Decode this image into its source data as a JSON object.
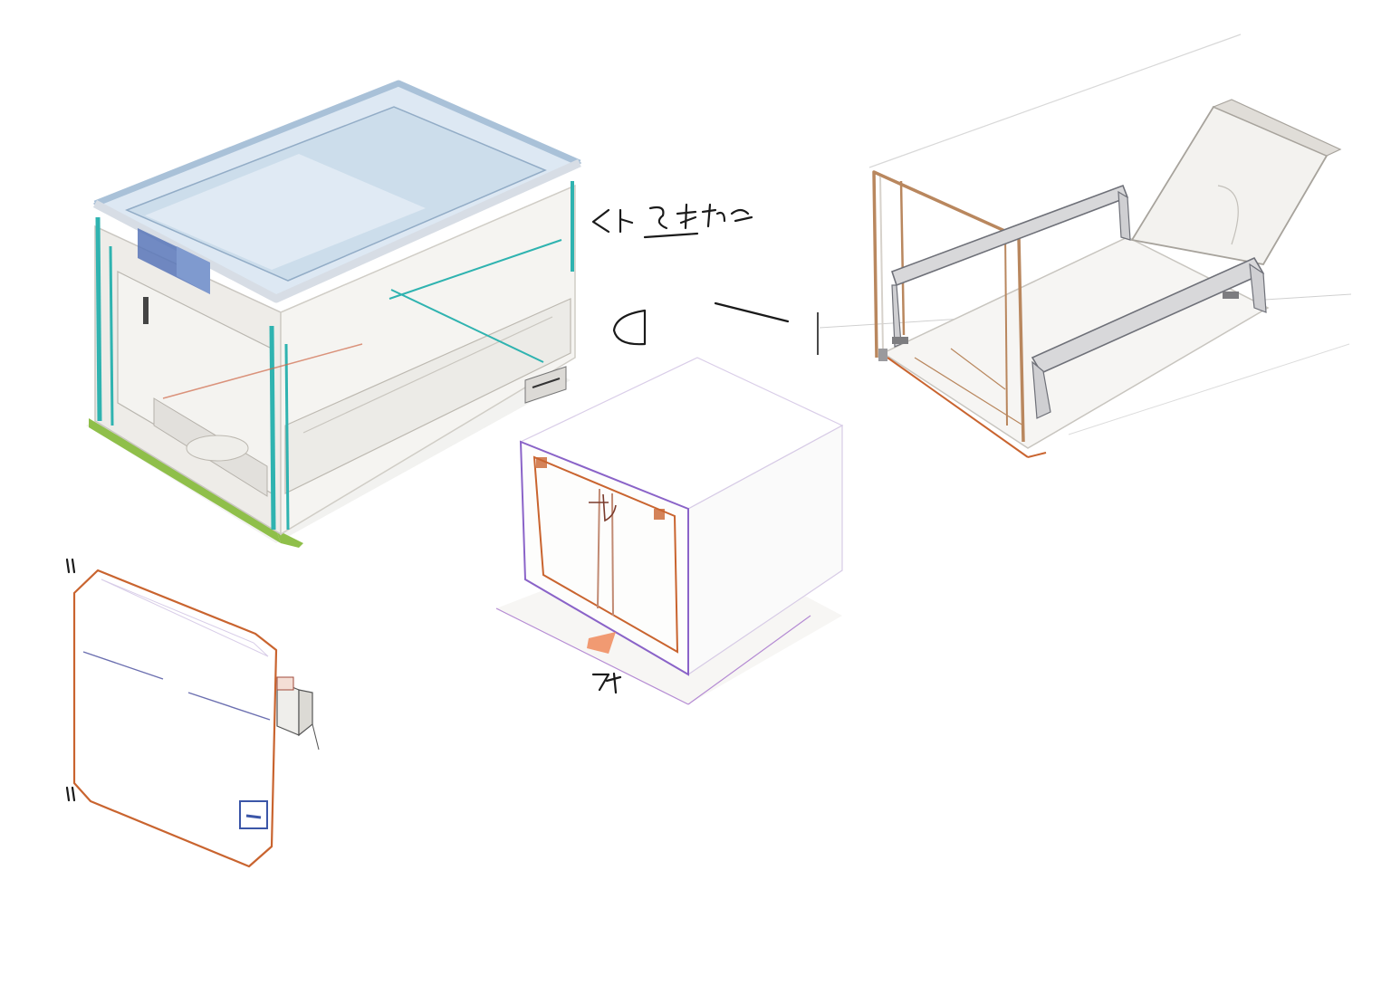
{
  "scene": {
    "background": "#ffffff",
    "subjects": [
      {
        "id": "glass-top-cabinet",
        "description_icon": "cabinet-icon"
      },
      {
        "id": "open-frame-stand",
        "description_icon": "frame-icon"
      },
      {
        "id": "box-front-panel",
        "description_icon": "box-icon"
      },
      {
        "id": "flat-panel-with-bracket",
        "description_icon": "panel-icon"
      }
    ],
    "annotations": []
  },
  "colors": {
    "frame_cyan": "#2fb3b0",
    "frame_orange": "#c9642f",
    "frame_purple": "#8a63c8",
    "glass_blue": "#b9cfe6",
    "panel_gray": "#e9e8e6",
    "accent_blue": "#5876b8",
    "base_green": "#8fbf4a",
    "ink": "#1a1a1a"
  }
}
